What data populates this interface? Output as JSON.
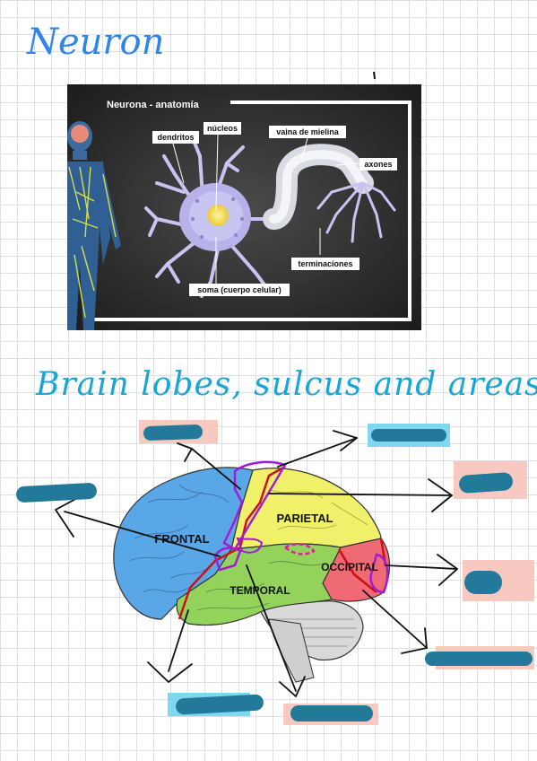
{
  "page": {
    "title_neuron": "Neuron",
    "title_brain": "Brain lobes, sulcus and areas"
  },
  "neuron_diagram": {
    "heading": "Neurona - anatomía",
    "labels": {
      "dendritos": "dendritos",
      "nucleos": "núcleos",
      "vaina": "vaina de mielina",
      "axones": "axones",
      "terminaciones": "terminaciones",
      "soma": "soma (cuerpo celular)"
    }
  },
  "brain_diagram": {
    "lobes": {
      "frontal": "FRONTAL",
      "parietal": "PARIETAL",
      "occipital": "OCCIPITAL",
      "temporal": "TEMPORAL"
    },
    "colors": {
      "frontal": "#5aa7e8",
      "parietal": "#f1f06b",
      "occipital": "#ef6a74",
      "temporal": "#93d35c",
      "cerebellum": "#d9d9d9",
      "sulcus_red": "#cc1111",
      "sulcus_purple": "#a31bd6",
      "highlight_pink": "#f7c9c0",
      "highlight_blue": "#7fd8ef",
      "scribble": "#23799a"
    }
  }
}
